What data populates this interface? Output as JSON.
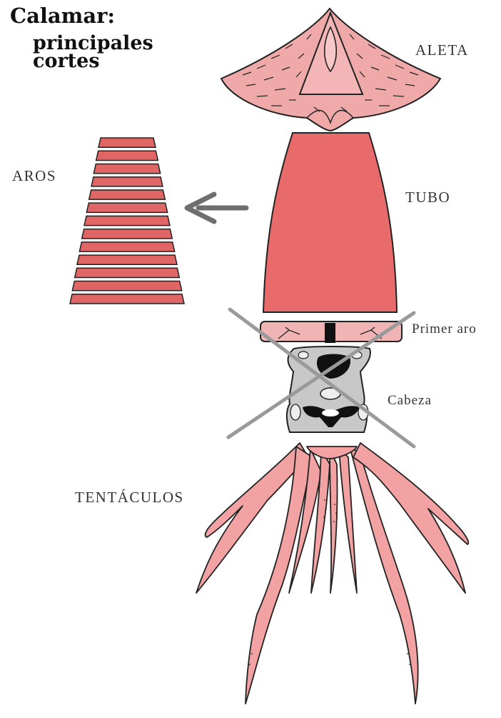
{
  "title": "Calamar:",
  "subtitle_line1": "principales",
  "subtitle_line2": "cortes",
  "labels": {
    "aleta": "ALETA",
    "tubo": "TUBO",
    "aros": "AROS",
    "primer_aro": "Primer aro",
    "cabeza": "Cabeza",
    "tentaculos": "TENTÁCULOS"
  },
  "colors": {
    "fin": "#f0a9a9",
    "tube": "#e86a6a",
    "rings": "#e06565",
    "first_ring": "#f1b4b4",
    "head": "#c8c8c8",
    "tentacles": "#f2a2a2",
    "arrow": "#6e6e6e",
    "cross": "#9a9a9a"
  },
  "ring_count": 13
}
